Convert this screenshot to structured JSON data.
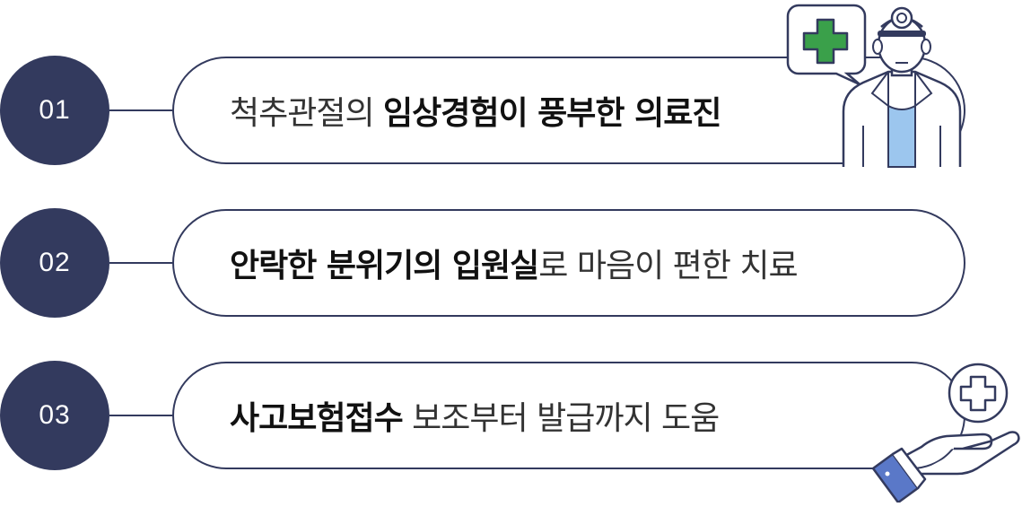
{
  "items": [
    {
      "number": "01",
      "text_normal_before": "척추관절의 ",
      "text_bold": "임상경험이 풍부한 의료진",
      "text_normal_after": "",
      "illustration": "doctor-icon"
    },
    {
      "number": "02",
      "text_normal_before": "",
      "text_bold": "안락한 분위기의 입원실",
      "text_normal_after": "로 마음이 편한 치료",
      "illustration": ""
    },
    {
      "number": "03",
      "text_normal_before": "",
      "text_bold": "사고보험접수",
      "text_normal_after": " 보조부터 발급까지 도움",
      "illustration": "hand-medical-cross-icon"
    }
  ],
  "colors": {
    "navy": "#333a5e",
    "cross_green": "#3aa04a",
    "scrub_blue": "#9cc6ee",
    "cuff_blue": "#5a78c8"
  }
}
